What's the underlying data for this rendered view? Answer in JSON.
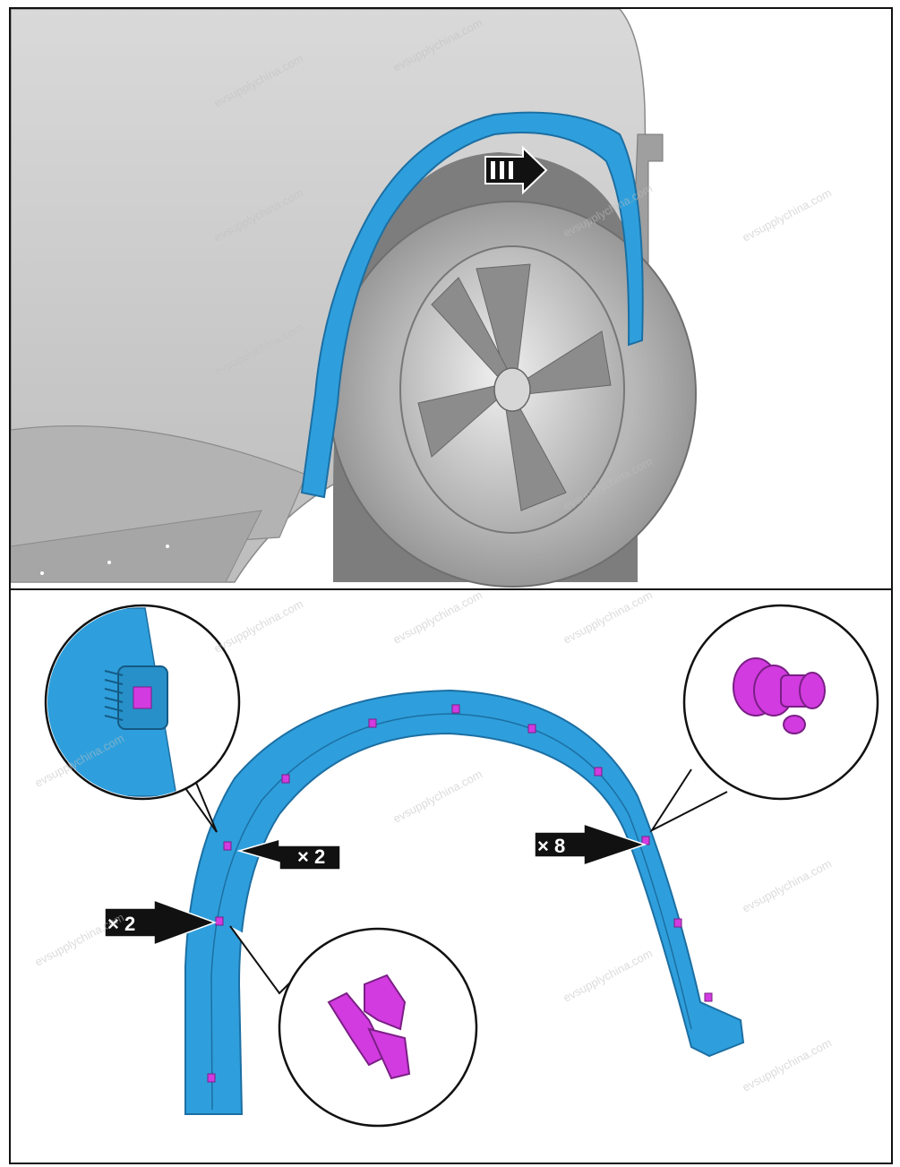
{
  "watermark": "evsupplychina.com",
  "callouts": {
    "upper_left_count": "× 2",
    "lower_left_count": "× 2",
    "right_count": "× 8"
  },
  "colors": {
    "part_blue": "#2e9fdc",
    "clip_magenta": "#d23be0",
    "body_gray": "#c9c9c9",
    "outline": "#111111"
  }
}
